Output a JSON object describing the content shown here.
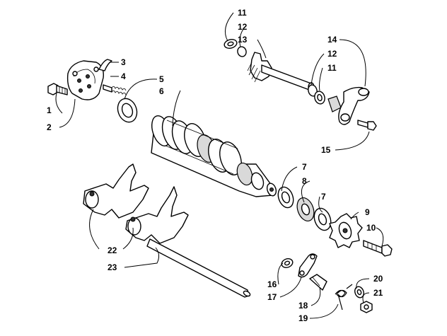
{
  "diagram": {
    "callouts": [
      {
        "id": "c1",
        "text": "1"
      },
      {
        "id": "c2",
        "text": "2"
      },
      {
        "id": "c3",
        "text": "3"
      },
      {
        "id": "c4",
        "text": "4"
      },
      {
        "id": "c5",
        "text": "5"
      },
      {
        "id": "c6",
        "text": "6"
      },
      {
        "id": "c7a",
        "text": "7"
      },
      {
        "id": "c7b",
        "text": "7"
      },
      {
        "id": "c8",
        "text": "8"
      },
      {
        "id": "c9",
        "text": "9"
      },
      {
        "id": "c10",
        "text": "10"
      },
      {
        "id": "c11a",
        "text": "11"
      },
      {
        "id": "c11b",
        "text": "11"
      },
      {
        "id": "c12a",
        "text": "12"
      },
      {
        "id": "c12b",
        "text": "12"
      },
      {
        "id": "c13",
        "text": "13"
      },
      {
        "id": "c14",
        "text": "14"
      },
      {
        "id": "c15",
        "text": "15"
      },
      {
        "id": "c16",
        "text": "16"
      },
      {
        "id": "c17",
        "text": "17"
      },
      {
        "id": "c18",
        "text": "18"
      },
      {
        "id": "c19",
        "text": "19"
      },
      {
        "id": "c20",
        "text": "20"
      },
      {
        "id": "c21",
        "text": "21"
      },
      {
        "id": "c22",
        "text": "22"
      },
      {
        "id": "c23",
        "text": "23"
      }
    ]
  }
}
